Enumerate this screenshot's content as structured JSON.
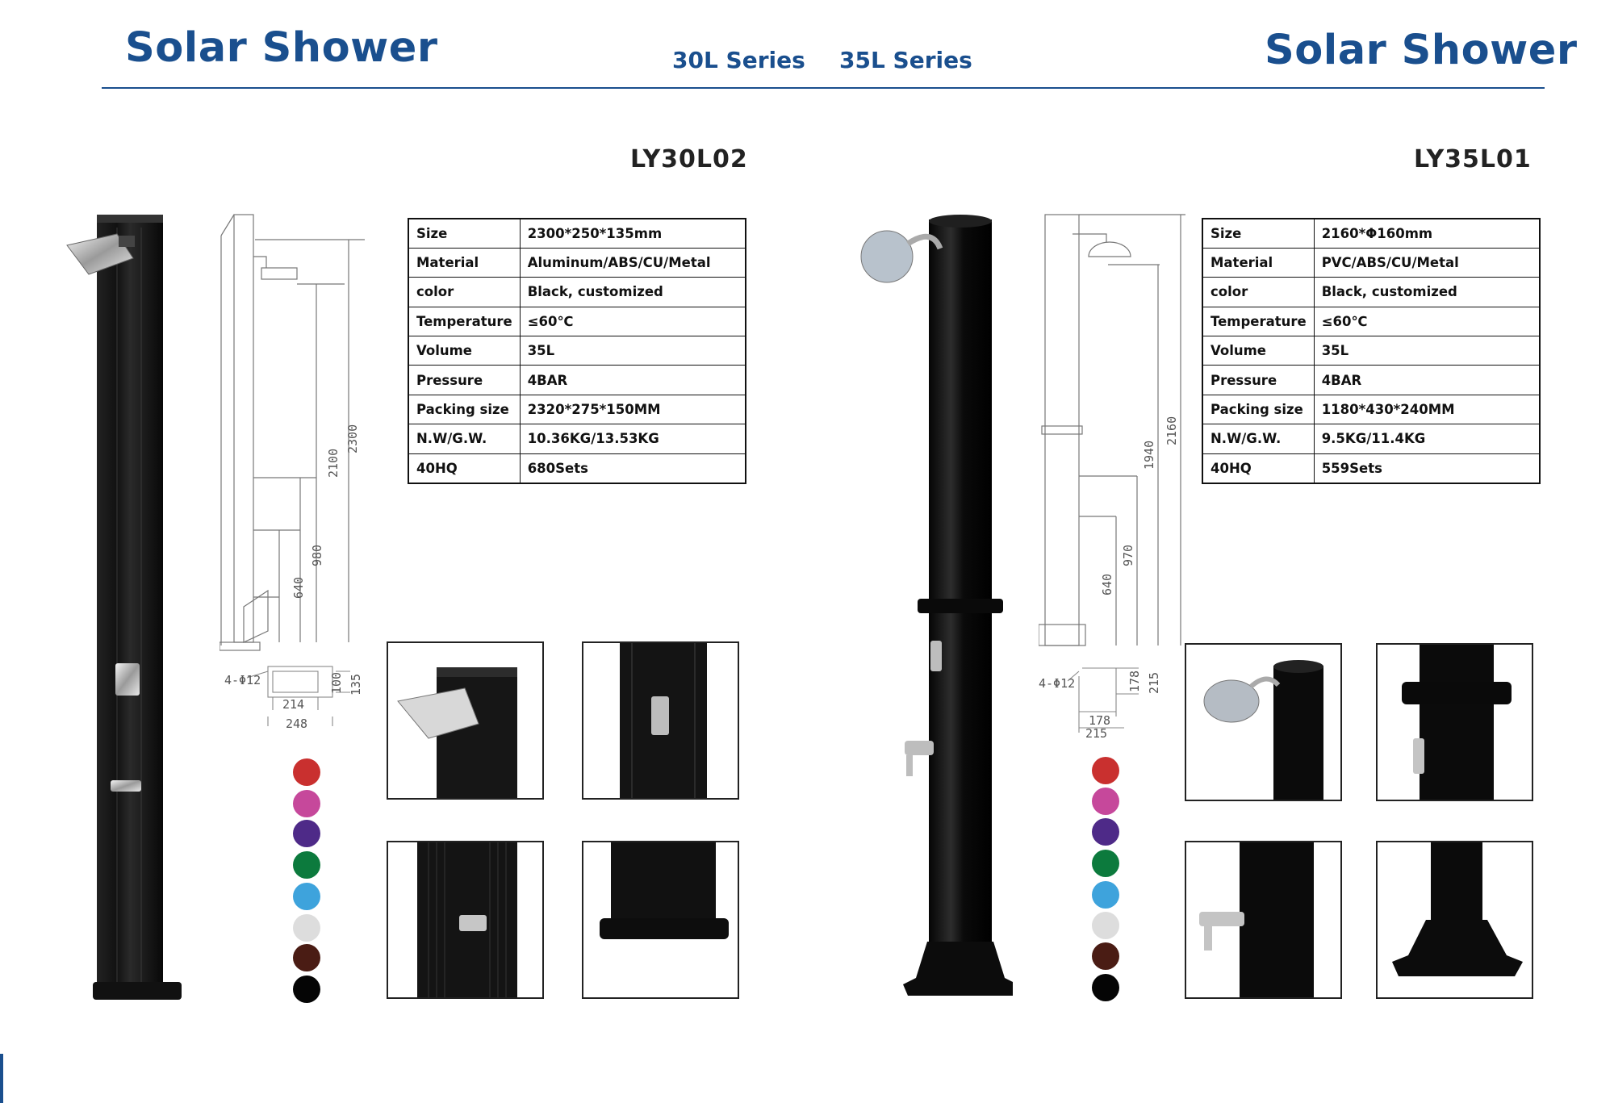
{
  "header": {
    "left_title": "Solar Shower",
    "right_title": "Solar Shower",
    "series": [
      "30L Series",
      "35L Series"
    ]
  },
  "colors": {
    "brand": "#1a4f8e",
    "swatches": [
      "#c9302f",
      "#c6489b",
      "#4e2a88",
      "#0c7a3d",
      "#3ea3dc",
      "#dddddd",
      "#4a1c14",
      "#050505"
    ]
  },
  "products": [
    {
      "model": "LY30L02",
      "specs": [
        {
          "label": "Size",
          "value": "2300*250*135mm"
        },
        {
          "label": "Material",
          "value": "Aluminum/ABS/CU/Metal"
        },
        {
          "label": "color",
          "value": "Black, customized"
        },
        {
          "label": "Temperature",
          "value": "≤60℃"
        },
        {
          "label": "Volume",
          "value": "35L"
        },
        {
          "label": "Pressure",
          "value": "4BAR"
        },
        {
          "label": "Packing size",
          "value": "2320*275*150MM"
        },
        {
          "label": "N.W/G.W.",
          "value": "10.36KG/13.53KG"
        },
        {
          "label": "40HQ",
          "value": "680Sets"
        }
      ],
      "drawing_dims": {
        "h_total": "2300",
        "h_head": "2100",
        "h_valve": "980",
        "h_tap": "640",
        "base_hole": "4-Φ12",
        "base_depth": "100",
        "base_depth_outer": "135",
        "base_inner_width": "214",
        "base_outer_width": "248"
      }
    },
    {
      "model": "LY35L01",
      "specs": [
        {
          "label": "Size",
          "value": "2160*Φ160mm"
        },
        {
          "label": "Material",
          "value": "PVC/ABS/CU/Metal"
        },
        {
          "label": "color",
          "value": "Black, customized"
        },
        {
          "label": "Temperature",
          "value": "≤60℃"
        },
        {
          "label": "Volume",
          "value": "35L"
        },
        {
          "label": "Pressure",
          "value": "4BAR"
        },
        {
          "label": "Packing size",
          "value": "1180*430*240MM"
        },
        {
          "label": "N.W/G.W.",
          "value": "9.5KG/11.4KG"
        },
        {
          "label": "40HQ",
          "value": "559Sets"
        }
      ],
      "drawing_dims": {
        "h_total": "2160",
        "h_head": "1940",
        "h_valve": "970",
        "h_tap": "640",
        "base_hole": "4-Φ12",
        "base_depth": "178",
        "base_depth_outer": "215",
        "base_inner_width": "178",
        "base_outer_width": "215"
      }
    }
  ]
}
